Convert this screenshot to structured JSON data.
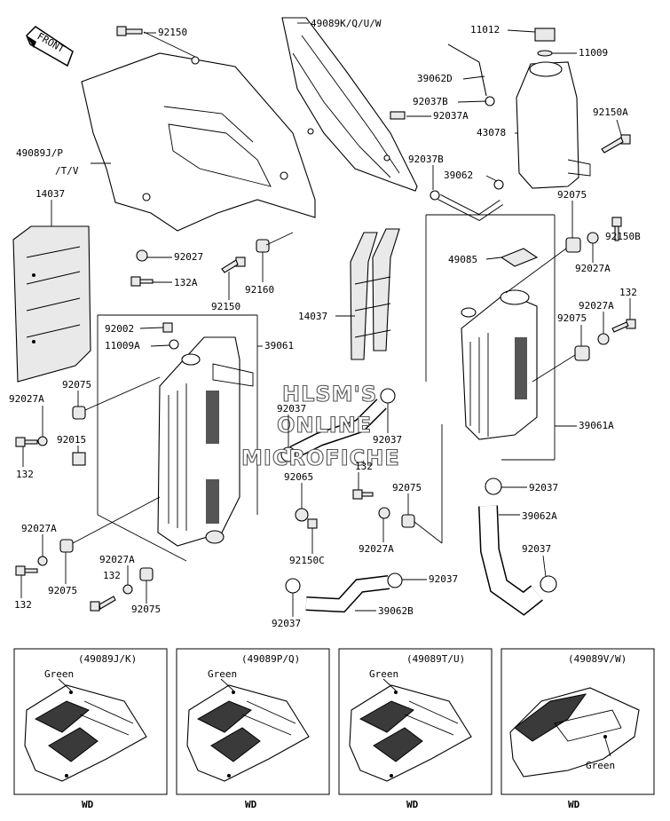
{
  "front_tag": "FRONT",
  "callouts": {
    "c92150_top": "92150",
    "c49089KQUW": "49089K/Q/U/W",
    "c11012": "11012",
    "c11009_top": "11009",
    "c39062D": "39062D",
    "c92037B_1": "92037B",
    "c92037A": "92037A",
    "c92150A": "92150A",
    "c43078": "43078",
    "c49089JP_1": "49089J/P",
    "c49089JP_2": "/T/V",
    "c92037B_2": "92037B",
    "c39062": "39062",
    "c14037_left": "14037",
    "c92075_r1": "92075",
    "c92150B": "92150B",
    "c92027A_r1": "92027A",
    "c49085": "49085",
    "c92027_mid": "92027",
    "c132A": "132A",
    "c92160": "92160",
    "c92150_mid": "92150",
    "c14037_mid": "14037",
    "c132_r": "132",
    "c92027A_r2": "92027A",
    "c92075_r2": "92075",
    "c92002": "92002",
    "c11009A": "11009A",
    "c39061": "39061",
    "c92075_l1": "92075",
    "c92027A_l1": "92027A",
    "c92015": "92015",
    "c132_l1": "132",
    "c92037_c1": "92037",
    "c92037_c2": "92037",
    "c39061A": "39061A",
    "c132_c": "132",
    "c92065": "92065",
    "c92075_c": "92075",
    "c92037_r3": "92037",
    "c39062A": "39062A",
    "c92027A_l2": "92027A",
    "c92027A_l3": "92027A",
    "c132_l2": "132",
    "c92075_l2": "92075",
    "c132_l3": "132",
    "c92075_l3": "92075",
    "c92150C": "92150C",
    "c92027A_c": "92027A",
    "c92037_c3": "92037",
    "c92037_r4": "92037",
    "c39062B": "39062B",
    "c92037_bottom": "92037"
  },
  "watermark": {
    "line1": "HLSM'S",
    "line2": "ONLINE",
    "line3": "MICROFICHE"
  },
  "variants": [
    {
      "code": "(49089J/K)",
      "color_label": "Green",
      "model": "WD"
    },
    {
      "code": "(49089P/Q)",
      "color_label": "Green",
      "model": "WD"
    },
    {
      "code": "(49089T/U)",
      "color_label": "Green",
      "model": "WD"
    },
    {
      "code": "(49089V/W)",
      "color_label": "Green",
      "model": "WD"
    }
  ],
  "colors": {
    "line": "#000000",
    "part_fill": "#e9e9e9",
    "background": "#ffffff"
  }
}
